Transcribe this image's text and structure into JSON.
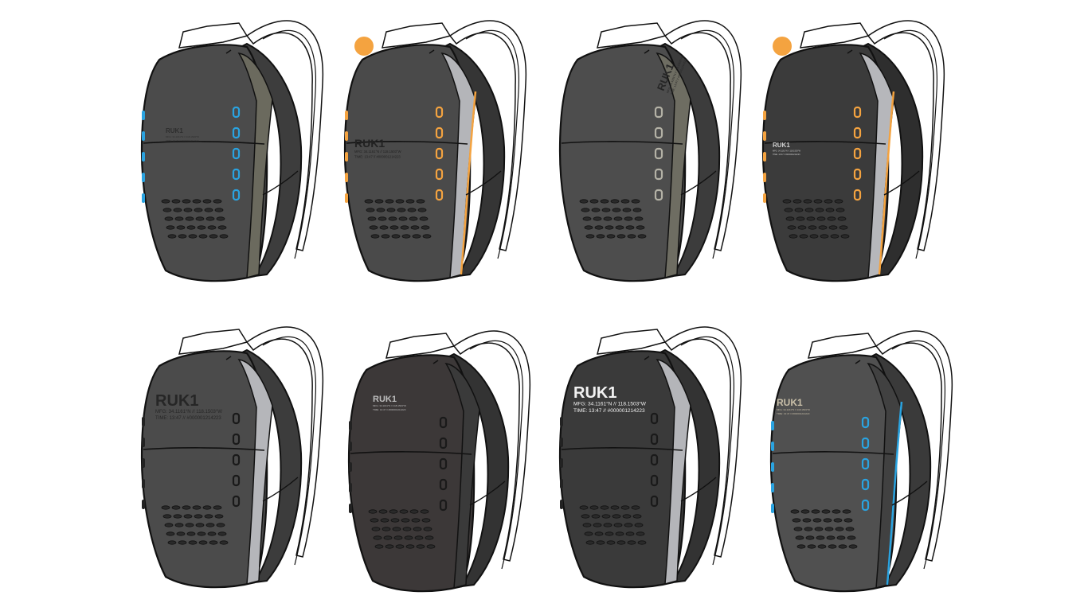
{
  "colors": {
    "outline": "#111111",
    "marker": "#f4a340"
  },
  "brand": "RUK1",
  "spec_line_1": "MFG: 34.1161°N // 118.1503°W",
  "spec_line_2": "TIME: 13:47 // #000001214223",
  "packs": [
    {
      "body": "#4b4b4b",
      "panel": "#6b6a5e",
      "side": "#3d3d3d",
      "accent": "#2aa3e0",
      "loops": "front",
      "logo": "small",
      "logo_color": "#2e2e2e",
      "marker": false,
      "piping": false,
      "label_rot": false
    },
    {
      "body": "#4a4a4a",
      "panel": "#b4b5b9",
      "side": "#353535",
      "accent": "#f4a340",
      "loops": "both",
      "logo": "medium",
      "logo_color": "#222222",
      "marker": true,
      "piping": true,
      "label_rot": false
    },
    {
      "body": "#4d4d4d",
      "panel": "#6e6d62",
      "side": "#3c3c3c",
      "accent": "#b4b2a6",
      "loops": "side",
      "logo": "rotated",
      "logo_color": "#262626",
      "marker": false,
      "piping": false,
      "label_rot": true
    },
    {
      "body": "#3b3b3b",
      "panel": "#b6b7bb",
      "side": "#2e2e2e",
      "accent": "#f4a340",
      "loops": "both",
      "logo": "tiny",
      "logo_color": "#cfcfcf",
      "marker": true,
      "piping": true,
      "label_rot": false
    },
    {
      "body": "#4b4b4b",
      "panel": "#b5b6ba",
      "side": "#3c3c3c",
      "accent": "#3a3a3a",
      "loops": "front",
      "logo": "large",
      "logo_color": "#262626",
      "marker": false,
      "piping": false,
      "label_rot": false
    },
    {
      "body": "#3c3838",
      "panel": "#3a3a3a",
      "side": "#333333",
      "accent": "#3a3a3a",
      "loops": "front",
      "logo": "small-light",
      "logo_color": "#bdbdbd",
      "marker": false,
      "piping": false,
      "label_rot": false
    },
    {
      "body": "#3a3a3a",
      "panel": "#b4b5b9",
      "side": "#333333",
      "accent": "#3a3a3a",
      "loops": "front",
      "logo": "large-white",
      "logo_color": "#f2f2f2",
      "marker": false,
      "piping": false,
      "label_rot": false
    },
    {
      "body": "#505050",
      "panel": "#414141",
      "side": "#3a3a3a",
      "accent": "#2aa3e0",
      "loops": "both",
      "logo": "small-tan",
      "logo_color": "#c9bfa8",
      "marker": false,
      "piping": true,
      "label_rot": false
    }
  ]
}
